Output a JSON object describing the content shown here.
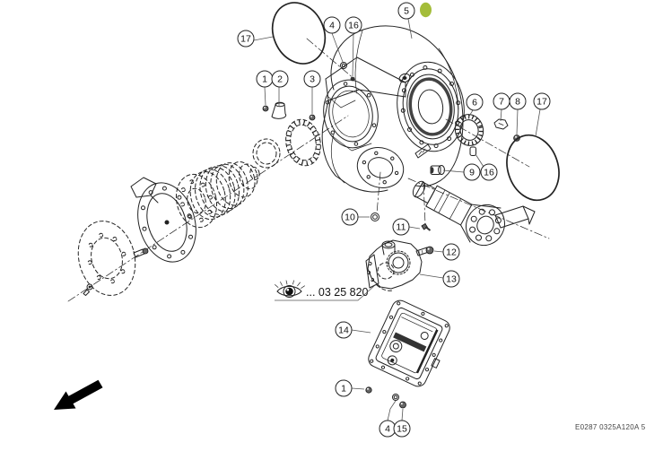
{
  "figure": {
    "type": "exploded-parts-diagram",
    "background": "#ffffff",
    "line_color": "#222222",
    "highlight_color": "#a4bd3a",
    "doc_code": "E0287 0325A120A 5",
    "reference_note": "... 03 25 820"
  },
  "callouts": [
    {
      "id": "17-top-left",
      "label": "17"
    },
    {
      "id": "4-top",
      "label": "4"
    },
    {
      "id": "16-top",
      "label": "16"
    },
    {
      "id": "5",
      "label": "5",
      "highlighted": true
    },
    {
      "id": "1-left",
      "label": "1"
    },
    {
      "id": "2-left",
      "label": "2"
    },
    {
      "id": "3-left",
      "label": "3"
    },
    {
      "id": "6",
      "label": "6"
    },
    {
      "id": "7",
      "label": "7"
    },
    {
      "id": "8",
      "label": "8"
    },
    {
      "id": "17-right",
      "label": "17"
    },
    {
      "id": "9",
      "label": "9"
    },
    {
      "id": "16-right",
      "label": "16"
    },
    {
      "id": "10",
      "label": "10"
    },
    {
      "id": "11",
      "label": "11"
    },
    {
      "id": "12",
      "label": "12"
    },
    {
      "id": "13",
      "label": "13"
    },
    {
      "id": "14",
      "label": "14"
    },
    {
      "id": "1-bottom",
      "label": "1"
    },
    {
      "id": "4-bottom",
      "label": "4"
    },
    {
      "id": "15-bottom",
      "label": "15"
    }
  ]
}
